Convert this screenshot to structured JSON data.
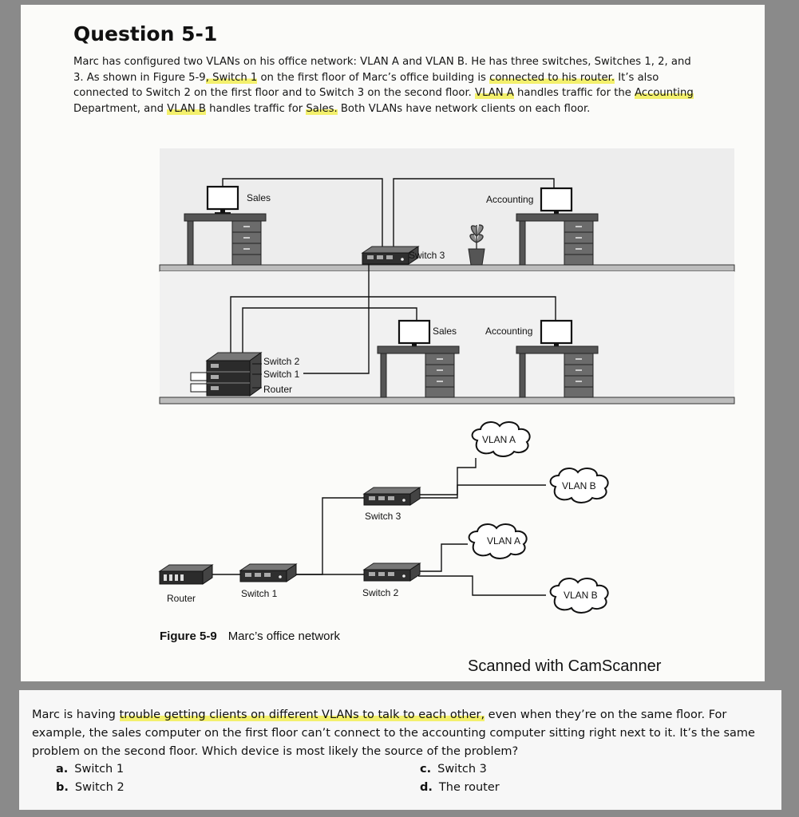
{
  "question": {
    "title": "Question 5-1",
    "segments": [
      {
        "t": "Marc has configured two VLANs on his office network: VLAN A and VLAN B. He has three switches, Switches 1, 2, and 3. As shown in Figure 5-9",
        "hl": false
      },
      {
        "t": ", Switch 1",
        "hl": true
      },
      {
        "t": " on the first floor of Marc’s office building is ",
        "hl": false
      },
      {
        "t": "connected to his router.",
        "hl": true
      },
      {
        "t": " It’s also connected to Switch 2 on the first floor and to Switch 3 on the second floor. ",
        "hl": false
      },
      {
        "t": "VLAN A",
        "hl": true
      },
      {
        "t": " handles traffic for the ",
        "hl": false
      },
      {
        "t": "Accounting",
        "hl": true
      },
      {
        "t": " Department, and ",
        "hl": false
      },
      {
        "t": "VLAN B",
        "hl": true
      },
      {
        "t": " handles traffic for ",
        "hl": false
      },
      {
        "t": "Sales.",
        "hl": true
      },
      {
        "t": " Both VLANs have network clients on each floor.",
        "hl": false
      }
    ]
  },
  "figure": {
    "labels": {
      "sales_top": "Sales",
      "accounting_top": "Accounting",
      "switch3_top": "Switch 3",
      "sales_mid": "Sales",
      "accounting_mid": "Accounting",
      "switch2_callout": "Switch 2",
      "switch1_callout": "Switch 1",
      "router_callout": "Router",
      "vlan_a_1": "VLAN A",
      "vlan_b_1": "VLAN B",
      "switch3_diagram": "Switch 3",
      "vlan_a_2": "VLAN A",
      "vlan_b_2": "VLAN B",
      "router_diagram": "Router",
      "switch1_diagram": "Switch 1",
      "switch2_diagram": "Switch 2"
    },
    "caption_number": "Figure 5-9",
    "caption_text": "Marc’s office network"
  },
  "watermark": "Scanned with CamScanner",
  "followup": {
    "text_before": "Marc is having ",
    "text_hl": "trouble getting clients on different VLANs to talk to each other,",
    "text_after": " even when they’re on the same floor. For example, the sales computer on the first floor can’t connect to the accounting computer sitting right next to it. It’s the same problem on the second floor. Which device is most likely the source of the problem?",
    "options": [
      {
        "key": "a.",
        "label": "Switch 1"
      },
      {
        "key": "b.",
        "label": "Switch 2"
      },
      {
        "key": "c.",
        "label": "Switch 3"
      },
      {
        "key": "d.",
        "label": "The router"
      }
    ]
  }
}
